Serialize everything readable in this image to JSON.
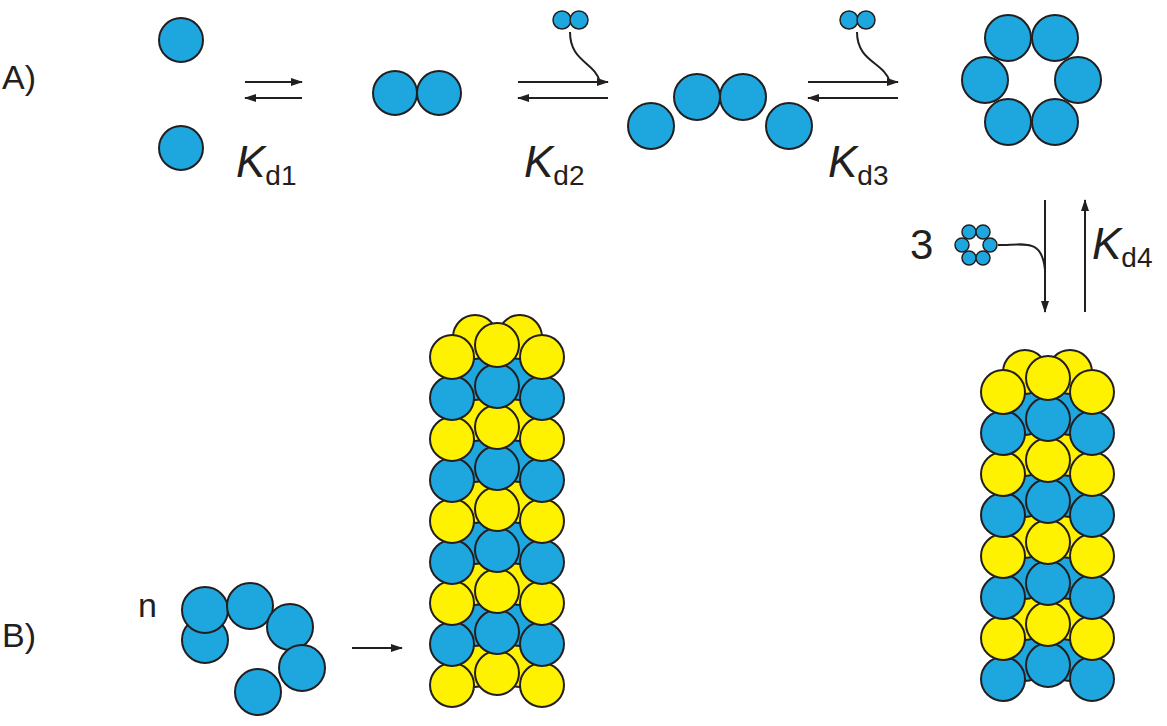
{
  "diagram": {
    "labels": [
      "A)",
      "B)",
      "Kd1",
      "Kd2",
      "Kd3",
      "3",
      "Kd4",
      "n"
    ]
  }
}
